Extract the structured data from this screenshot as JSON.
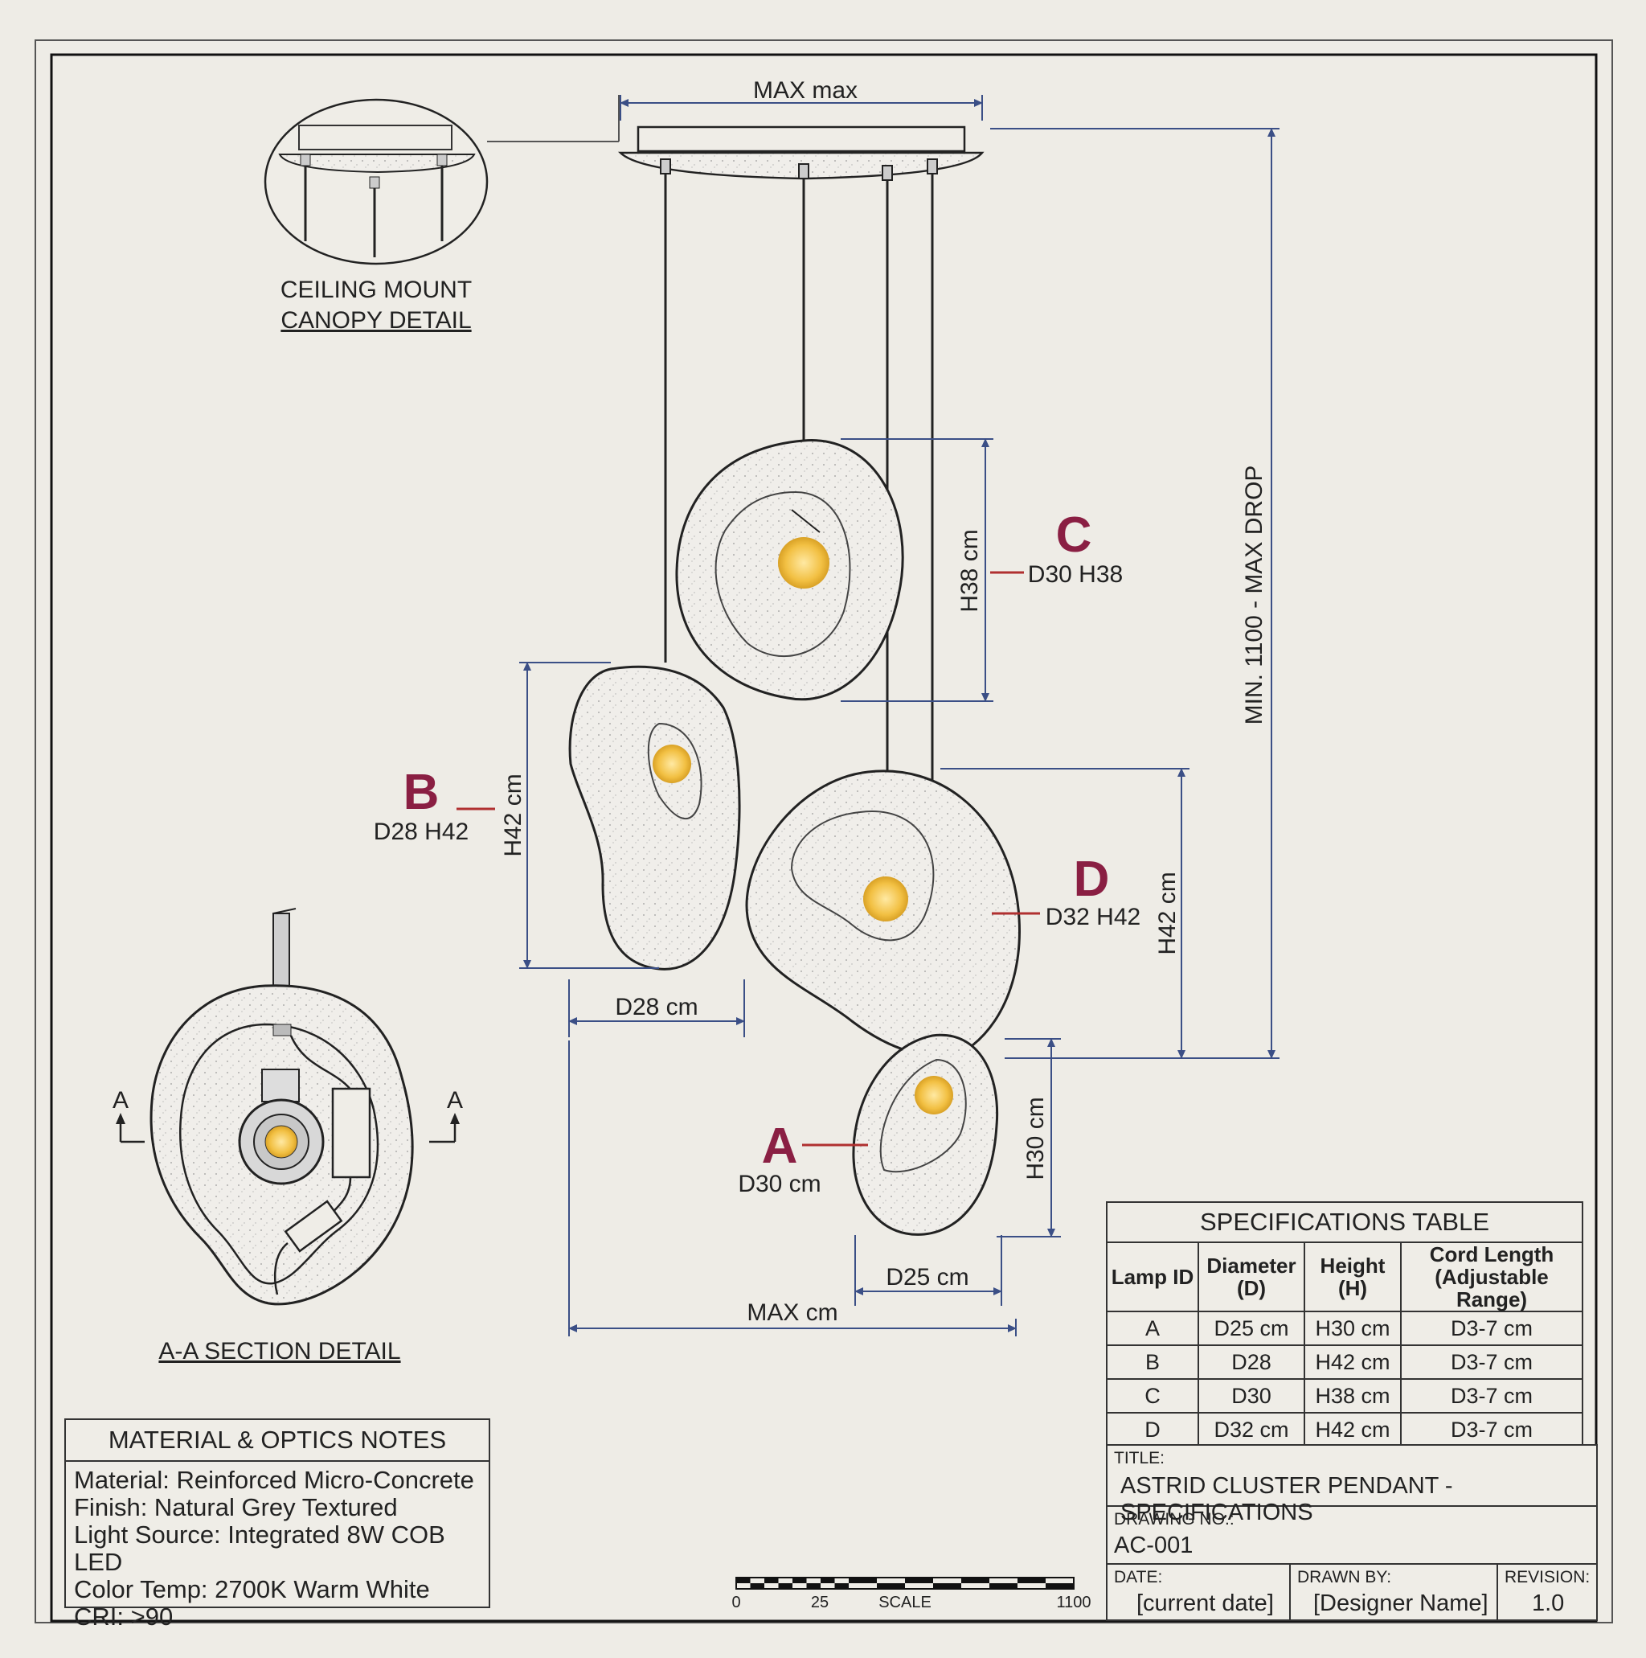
{
  "canopy_detail": {
    "line1": "CEILING MOUNT",
    "line2": "CANOPY DETAIL"
  },
  "dimensions": {
    "top_width": "MAX max",
    "max_drop": "MIN. 1100 - MAX DROP",
    "c_height": "H38 cm",
    "b_height": "H42 cm",
    "b_width": "D28 cm",
    "d_height": "H42 cm",
    "a_height": "H30 cm",
    "a_width": "D25 cm",
    "overall_width": "MAX cm"
  },
  "lamps": {
    "a": {
      "letter": "A",
      "label": "D30 cm"
    },
    "b": {
      "letter": "B",
      "label": "D28 H42"
    },
    "c": {
      "letter": "C",
      "label": "D30 H38"
    },
    "d": {
      "letter": "D",
      "label": "D32 H42"
    }
  },
  "section": {
    "title": "A-A SECTION DETAIL",
    "marker": "A"
  },
  "notes": {
    "heading": "MATERIAL & OPTICS NOTES",
    "lines": [
      "Material: Reinforced Micro-Concrete",
      "Finish: Natural Grey Textured",
      "Light Source: Integrated 8W COB LED",
      "Color Temp: 2700K Warm White",
      "CRI: >90"
    ]
  },
  "scale_bar": {
    "t0": "0",
    "t1": "25",
    "label": "SCALE",
    "t2": "1100"
  },
  "spec_table": {
    "caption": "SPECIFICATIONS TABLE",
    "headers": [
      "Lamp ID",
      "Diameter\n(D)",
      "Height\n(H)",
      "Cord Length\n(Adjustable Range)"
    ],
    "rows": [
      [
        "A",
        "D25 cm",
        "H30 cm",
        "D3-7 cm"
      ],
      [
        "B",
        "D28",
        "H42 cm",
        "D3-7 cm"
      ],
      [
        "C",
        "D30",
        "H38 cm",
        "D3-7 cm"
      ],
      [
        "D",
        "D32 cm",
        "H42 cm",
        "D3-7 cm"
      ]
    ]
  },
  "title_block": {
    "title_label": "TITLE:",
    "title": "ASTRID CLUSTER PENDANT - SPECIFICATIONS",
    "drawing_no_label": "DRAWING NO.:",
    "drawing_no": "AC-001",
    "date_label": "DATE:",
    "date": "[current date]",
    "drawn_by_label": "DRAWN BY:",
    "drawn_by": "[Designer Name]",
    "revision_label": "REVISION:",
    "revision": "1.0"
  },
  "colors": {
    "dimension_line": "#3b4f86",
    "label_accent": "#8a1f43",
    "bulb": "#f2c043"
  }
}
